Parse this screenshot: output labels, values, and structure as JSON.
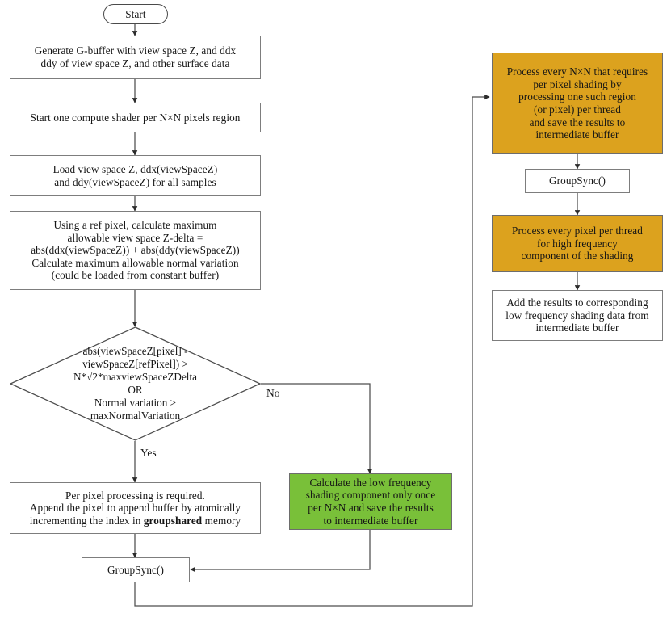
{
  "diagram": {
    "title": "Compute shader per-pixel / per-region shading flowchart",
    "colors": {
      "orange": "#dca21e",
      "green": "#79c039",
      "box_border": "#7d7d7d",
      "line": "#4d4d4d",
      "text": "#151515",
      "background": "#ffffff"
    }
  },
  "nodes": {
    "start": {
      "label": "Start",
      "shape": "terminator"
    },
    "gbuffer": {
      "label": "Generate G-buffer with view space Z, and ddx\nddy of view space Z, and other surface data",
      "shape": "process"
    },
    "start_cs": {
      "label": "Start one compute shader per N×N pixels region",
      "shape": "process"
    },
    "load_samples": {
      "label": "Load view space Z, ddx(viewSpaceZ)\nand ddy(viewSpaceZ) for all samples",
      "shape": "process"
    },
    "calc_max": {
      "label": "Using a ref pixel, calculate maximum\nallowable view space Z-delta =\nabs(ddx(viewSpaceZ)) + abs(ddy(viewSpaceZ))\nCalculate maximum allowable normal variation\n(could be loaded from constant buffer)",
      "shape": "process"
    },
    "decision": {
      "label": "abs(viewSpaceZ[pixel] -\nviewSpaceZ[refPixel]) >\nN*√2*maxviewSpaceZDelta\nOR\nNormal variation >\nmaxNormalVariation",
      "shape": "decision"
    },
    "per_pixel_append": {
      "label_part1": "Per pixel processing is required.\nAppend the pixel to append buffer by atomically\nincrementing the index in ",
      "label_bold": "groupshared",
      "label_part2": " memory",
      "shape": "process"
    },
    "groupsync_left": {
      "label": "GroupSync()",
      "shape": "process"
    },
    "low_freq": {
      "label": "Calculate the low frequency\nshading component only once\nper N×N and save the results\nto intermediate buffer",
      "shape": "process",
      "fill": "green"
    },
    "process_nxn": {
      "label": "Process every N×N that requires\nper pixel shading by\nprocessing one such region\n(or pixel) per thread\nand save the results to\nintermediate buffer",
      "shape": "process",
      "fill": "orange"
    },
    "groupsync_right": {
      "label": "GroupSync()",
      "shape": "process"
    },
    "process_pixel": {
      "label": "Process every pixel per thread\nfor high frequency\ncomponent of the shading",
      "shape": "process",
      "fill": "orange"
    },
    "add_results": {
      "label": "Add the results to corresponding\nlow frequency shading data from\nintermediate buffer",
      "shape": "process"
    }
  },
  "edge_labels": {
    "no": "No",
    "yes": "Yes"
  }
}
